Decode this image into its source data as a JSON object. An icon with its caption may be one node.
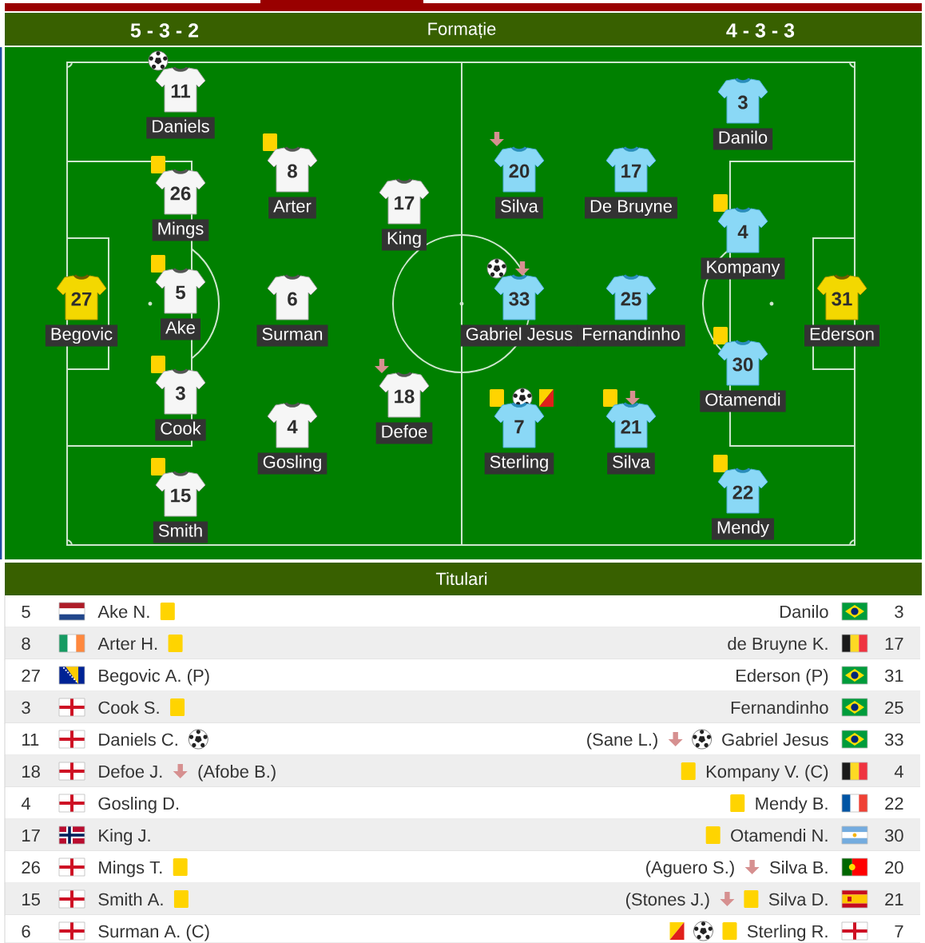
{
  "diagram": {
    "title": "Formație",
    "nodes": [
      {
        "text": [
          "27",
          "Begovic"
        ]
      },
      {
        "text": [
          "11",
          "Daniels"
        ]
      },
      {
        "text": [
          "26",
          "Mings"
        ]
      },
      {
        "text": [
          "5",
          "Ake"
        ]
      },
      {
        "text": [
          "3",
          "Cook"
        ]
      },
      {
        "text": [
          "15",
          "Smith"
        ]
      },
      {
        "text": [
          "8",
          "Arter"
        ]
      },
      {
        "text": [
          "6",
          "Surman"
        ]
      },
      {
        "text": [
          "4",
          "Gosling"
        ]
      },
      {
        "text": [
          "17",
          "King"
        ]
      },
      {
        "text": [
          "18",
          "Defoe"
        ]
      },
      {
        "text": [
          "20",
          "Silva"
        ]
      },
      {
        "text": [
          "33",
          "Gabriel Jesus"
        ]
      },
      {
        "text": [
          "7",
          "Sterling"
        ]
      },
      {
        "text": [
          "17",
          "De Bruyne"
        ]
      },
      {
        "text": [
          "25",
          "Fernandinho"
        ]
      },
      {
        "text": [
          "21",
          "Silva"
        ]
      },
      {
        "text": [
          "3",
          "Danilo"
        ]
      },
      {
        "text": [
          "4",
          "Kompany"
        ]
      },
      {
        "text": [
          "30",
          "Otamendi"
        ]
      },
      {
        "text": [
          "22",
          "Mendy"
        ]
      },
      {
        "text": [
          "31",
          "Ederson"
        ]
      }
    ],
    "labels": [
      "5 - 3 - 2",
      "4 - 3 - 3",
      "Titulari",
      "5",
      "Ake N.",
      "Danilo",
      "3",
      "8",
      "Arter H.",
      "de Bruyne K.",
      "17",
      "27",
      "Begovic A. (P)",
      "Ederson (P)",
      "31",
      "3",
      "Cook S.",
      "Fernandinho",
      "25",
      "11",
      "Daniels C.",
      "(Sane L.)",
      "Gabriel Jesus",
      "33",
      "18",
      "Defoe J.",
      "(Afobe B.)",
      "Kompany V. (C)",
      "4",
      "4",
      "Gosling D.",
      "Mendy B.",
      "22",
      "17",
      "King J.",
      "Otamendi N.",
      "30",
      "26",
      "Mings T.",
      "(Aguero S.)",
      "Silva B.",
      "20",
      "15",
      "Smith A.",
      "(Stones J.)",
      "Silva D.",
      "21",
      "6",
      "Surman A. (C)",
      "Sterling R.",
      "7"
    ]
  }
}
